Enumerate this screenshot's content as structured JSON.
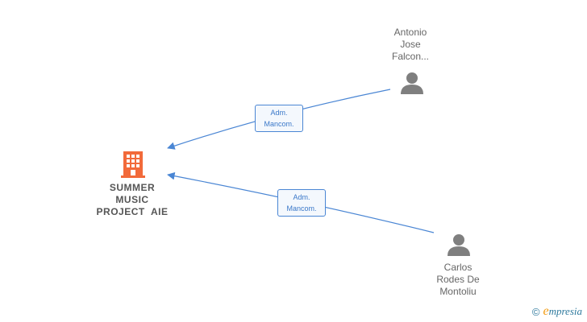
{
  "nodes": {
    "company": {
      "lines": [
        "SUMMER",
        "MUSIC",
        "PROJECT  AIE"
      ]
    },
    "person_top": {
      "lines": [
        "Antonio",
        "Jose",
        "Falcon..."
      ]
    },
    "person_bottom": {
      "lines": [
        "Carlos",
        "Rodes De",
        "Montoliu"
      ]
    }
  },
  "edges": [
    {
      "lines": [
        "Adm.",
        "Mancom."
      ]
    },
    {
      "lines": [
        "Adm.",
        "Mancom."
      ]
    }
  ],
  "footer": {
    "copyright": "©",
    "brand_initial": "e",
    "brand_rest": "mpresia"
  },
  "colors": {
    "company_icon": "#f26a3a",
    "person_icon": "#7f7f7f",
    "edge": "#4a86d4"
  }
}
